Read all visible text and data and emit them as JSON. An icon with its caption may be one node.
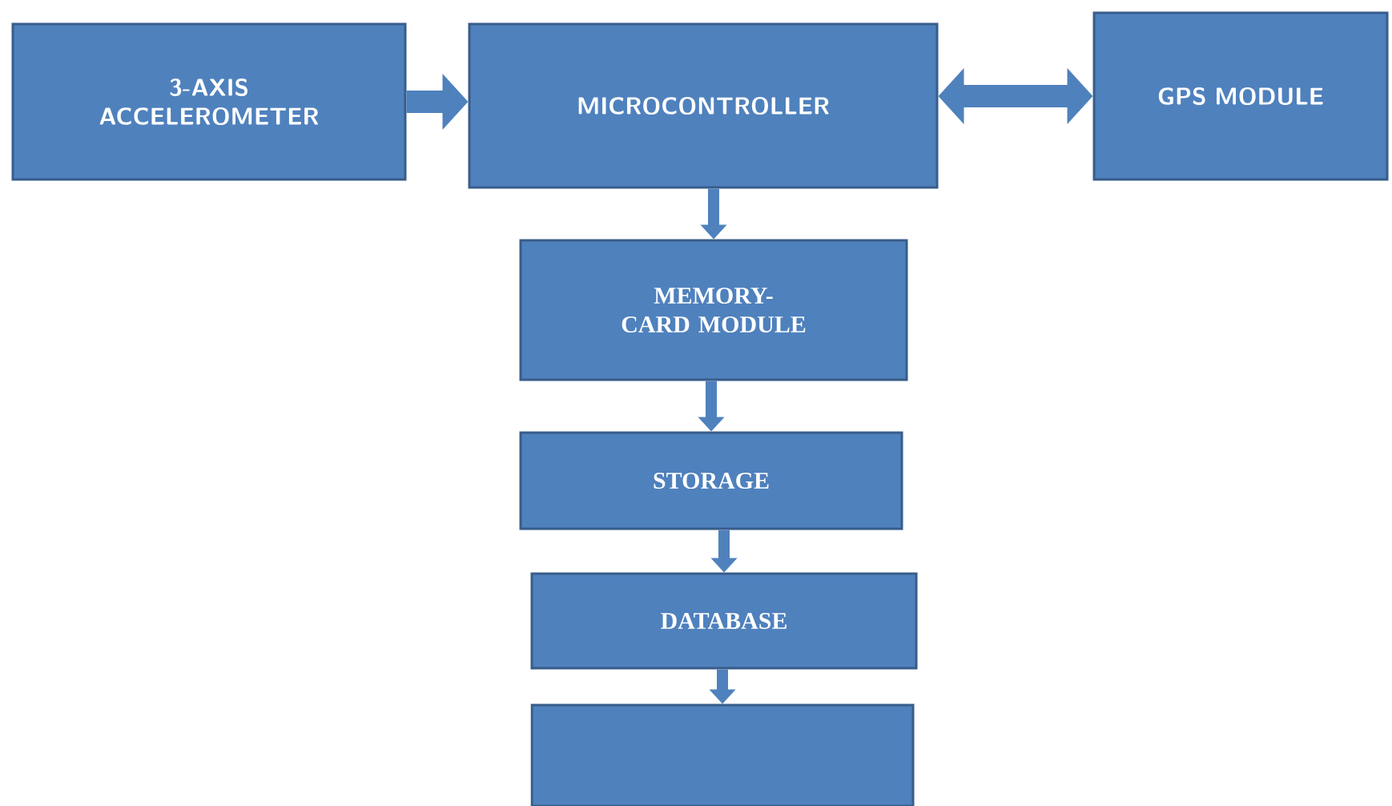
{
  "diagram": {
    "nodes": [
      {
        "text": [
          "3-AXIS ACCELEROMETER"
        ]
      },
      {
        "text": [
          "MICROCONTROLLER"
        ]
      },
      {
        "text": [
          "GPS MODULE"
        ]
      },
      {
        "text": [
          "MEMORY-CARD MODULE"
        ]
      },
      {
        "text": [
          "STORAGE"
        ]
      },
      {
        "text": [
          "DATABASE"
        ]
      },
      {
        "text": [],
        "shape": "box"
      }
    ],
    "edges": [
      {
        "from": 0,
        "to": 1,
        "arrow": "to",
        "style": "thick"
      },
      {
        "from": 1,
        "to": 2,
        "arrow": "both",
        "style": "thick"
      },
      {
        "from": 1,
        "to": 3,
        "arrow": "to"
      },
      {
        "from": 3,
        "to": 4,
        "arrow": "to"
      },
      {
        "from": 4,
        "to": 5,
        "arrow": "to"
      },
      {
        "from": 5,
        "to": 6,
        "arrow": "to"
      }
    ]
  }
}
